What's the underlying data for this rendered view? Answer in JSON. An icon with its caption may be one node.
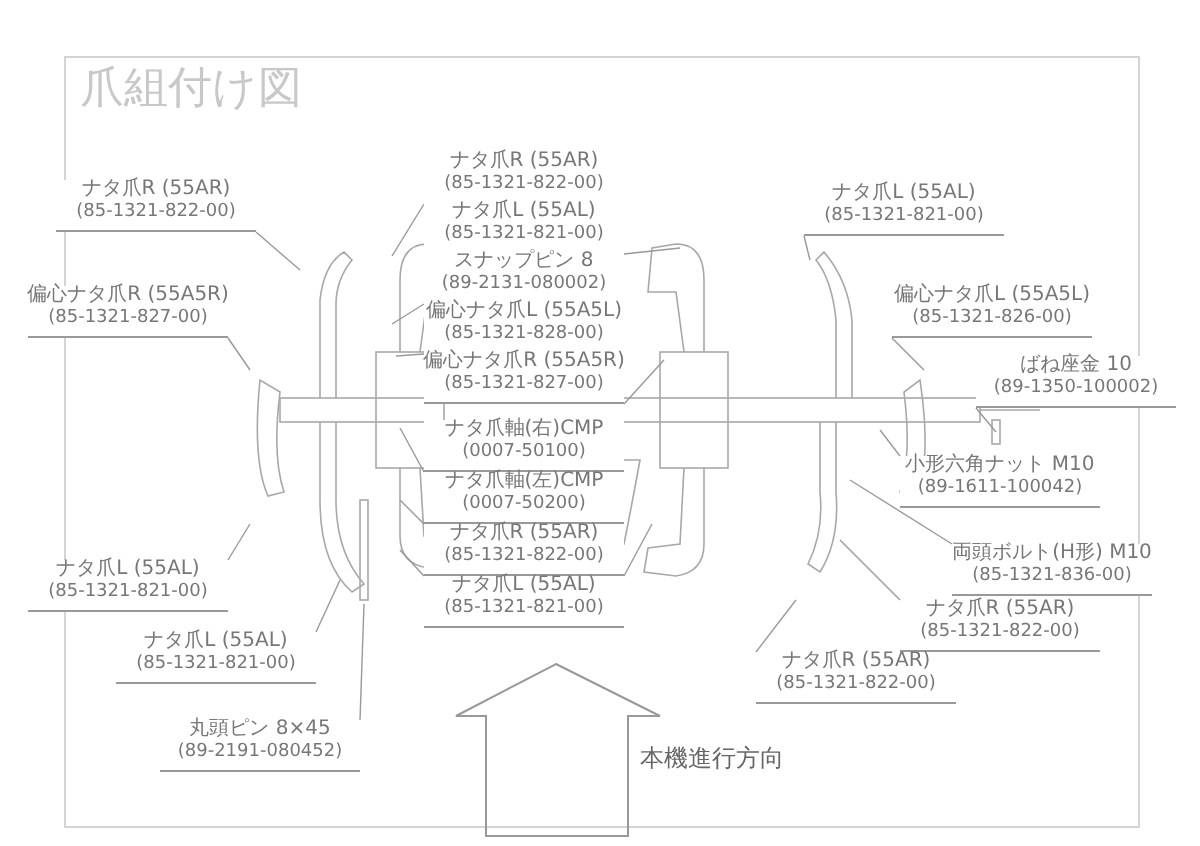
{
  "diagram": {
    "title": "爪組付け図",
    "nodes": [
      {
        "text": [
          "ナタ爪R (55AR)",
          "(85-1321-822-00)"
        ]
      },
      {
        "text": [
          "ナタ爪R (55AR)",
          "(85-1321-822-00)"
        ]
      },
      {
        "text": [
          "ナタ爪L (55AL)",
          "(85-1321-821-00)"
        ]
      },
      {
        "text": [
          "ナタ爪L (55AL)",
          "(85-1321-821-00)"
        ]
      },
      {
        "text": [
          "スナップピン 8",
          "(89-2131-080002)"
        ]
      },
      {
        "text": [
          "偏心ナタ爪R (55A5R)",
          "(85-1321-827-00)"
        ]
      },
      {
        "text": [
          "偏心ナタ爪L (55A5L)",
          "(85-1321-828-00)"
        ]
      },
      {
        "text": [
          "偏心ナタ爪L (55A5L)",
          "(85-1321-826-00)"
        ]
      },
      {
        "text": [
          "偏心ナタ爪R (55A5R)",
          "(85-1321-827-00)"
        ]
      },
      {
        "text": [
          "ばね座金 10",
          "(89-1350-100002)"
        ]
      },
      {
        "text": [
          "ナタ爪軸(右)CMP",
          "(0007-50100)"
        ]
      },
      {
        "text": [
          "ナタ爪軸(左)CMP",
          "(0007-50200)"
        ]
      },
      {
        "text": [
          "ナタ爪R (55AR)",
          "(85-1321-822-00)"
        ]
      },
      {
        "text": [
          "ナタ爪L (55AL)",
          "(85-1321-821-00)"
        ]
      },
      {
        "text": [
          "小形六角ナット M10",
          "(89-1611-100042)"
        ]
      },
      {
        "text": [
          "両頭ボルト(H形) M10",
          "(85-1321-836-00)"
        ]
      },
      {
        "text": [
          "ナタ爪R (55AR)",
          "(85-1321-822-00)"
        ]
      },
      {
        "text": [
          "ナタ爪R (55AR)",
          "(85-1321-822-00)"
        ]
      },
      {
        "text": [
          "ナタ爪L (55AL)",
          "(85-1321-821-00)"
        ]
      },
      {
        "text": [
          "ナタ爪L (55AL)",
          "(85-1321-821-00)"
        ]
      },
      {
        "text": [
          "丸頭ピン 8×45",
          "(89-2191-080452)"
        ]
      }
    ],
    "edges": [
      {
        "from": 0,
        "to": null,
        "arrow": "none"
      },
      {
        "from": 1,
        "to": null,
        "arrow": "none"
      },
      {
        "from": 2,
        "to": null,
        "arrow": "none"
      },
      {
        "from": 3,
        "to": null,
        "arrow": "none"
      },
      {
        "from": 4,
        "to": null,
        "arrow": "none"
      },
      {
        "from": 5,
        "to": null,
        "arrow": "none"
      },
      {
        "from": 6,
        "to": null,
        "arrow": "none"
      },
      {
        "from": 7,
        "to": null,
        "arrow": "none"
      },
      {
        "from": 8,
        "to": null,
        "arrow": "none"
      },
      {
        "from": 9,
        "to": null,
        "arrow": "none"
      },
      {
        "from": 10,
        "to": null,
        "arrow": "none"
      },
      {
        "from": 11,
        "to": null,
        "arrow": "none"
      },
      {
        "from": 12,
        "to": null,
        "arrow": "none"
      },
      {
        "from": 13,
        "to": null,
        "arrow": "none"
      },
      {
        "from": 14,
        "to": null,
        "arrow": "none"
      },
      {
        "from": 15,
        "to": null,
        "arrow": "none"
      },
      {
        "from": 16,
        "to": null,
        "arrow": "none"
      },
      {
        "from": 17,
        "to": null,
        "arrow": "none"
      },
      {
        "from": 18,
        "to": null,
        "arrow": "none"
      },
      {
        "from": 19,
        "to": null,
        "arrow": "none"
      },
      {
        "from": 20,
        "to": null,
        "arrow": "none"
      }
    ],
    "labels": [
      "本機進行方向"
    ]
  }
}
